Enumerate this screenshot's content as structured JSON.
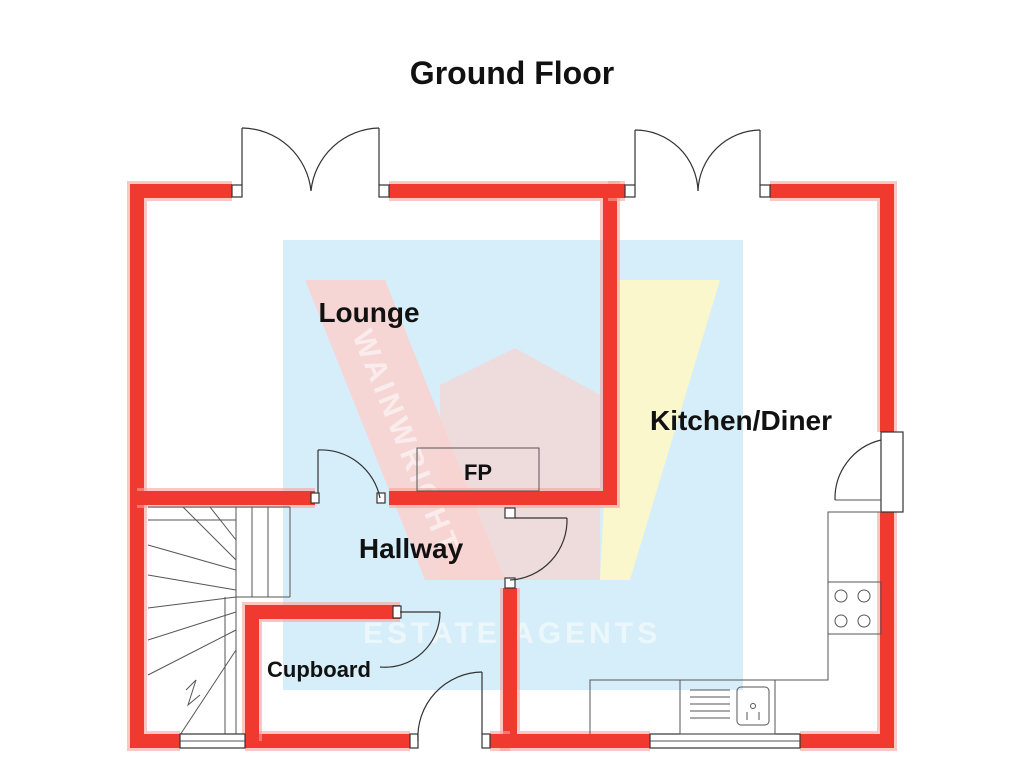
{
  "title": "Ground Floor",
  "rooms": {
    "lounge": "Lounge",
    "kitchen": "Kitchen/Diner",
    "hallway": "Hallway",
    "cupboard": "Cupboard",
    "fireplace": "FP"
  },
  "watermark": {
    "brand": "WAINWRIGHT",
    "tagline": "ESTATE AGENTS"
  },
  "colors": {
    "wall": "#f03a2f",
    "watermark_bg": "#d6eef9",
    "watermark_red": "#f8d3d0",
    "watermark_yellow": "#fbf7c8"
  }
}
